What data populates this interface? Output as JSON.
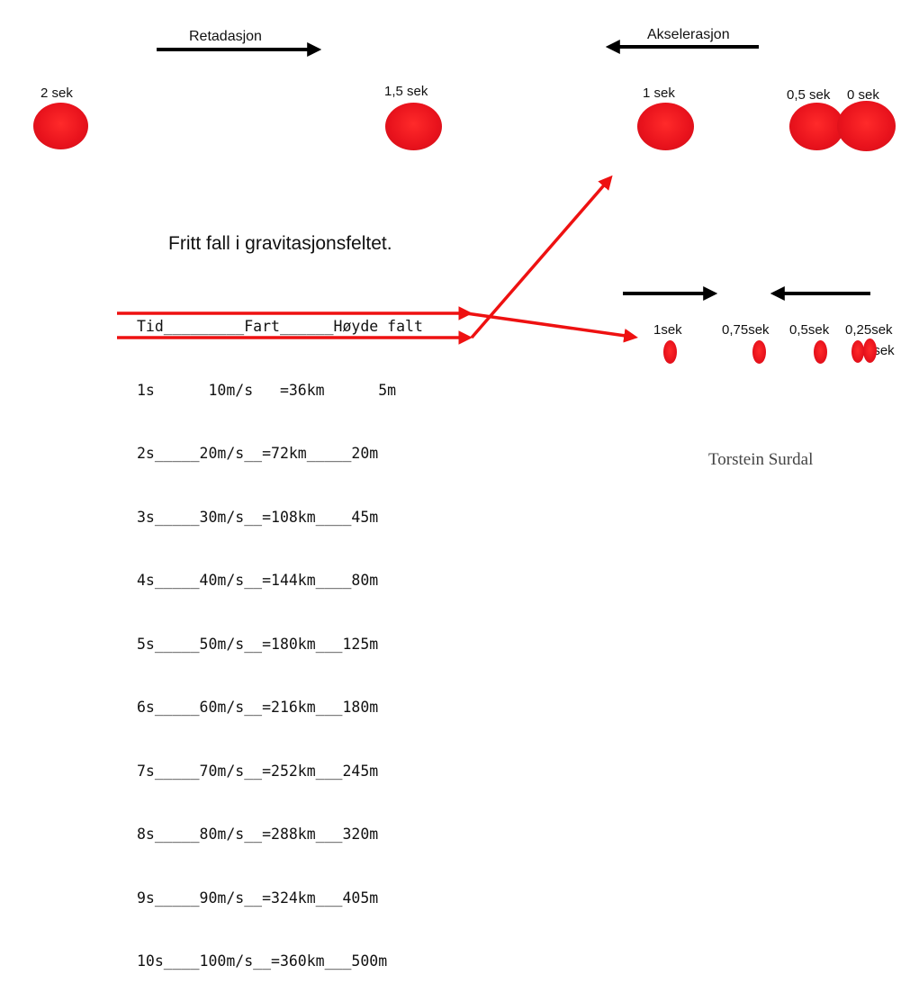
{
  "top": {
    "retardation_label": "Retadasjon",
    "acceleration_label": "Akselerasjon",
    "times": [
      "2 sek",
      "1,5 sek",
      "1 sek",
      "0,5 sek",
      "0 sek"
    ]
  },
  "bottom": {
    "times": [
      "1sek",
      "0,75sek",
      "0,5sek",
      "0,25sek",
      "0sek"
    ]
  },
  "title": "Fritt fall i gravitasjonsfeltet.",
  "table": {
    "header": "Tid_________Fart______Høyde falt",
    "rows": [
      "1s      10m/s   =36km      5m",
      "2s_____20m/s__=72km_____20m",
      "3s_____30m/s__=108km____45m",
      "4s_____40m/s__=144km____80m",
      "5s_____50m/s__=180km___125m",
      "6s_____60m/s__=216km___180m",
      "7s_____70m/s__=252km___245m",
      "8s_____80m/s__=288km___320m",
      "9s_____90m/s__=324km___405m",
      "10s____100m/s__=360km___500m"
    ]
  },
  "author": "Torstein Surdal",
  "colors": {
    "ball": "#e8121c",
    "arrow_red": "#ee1111",
    "arrow_black": "#000000"
  }
}
